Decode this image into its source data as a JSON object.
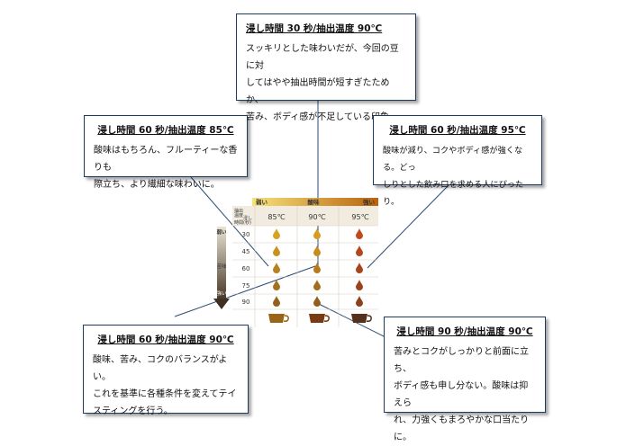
{
  "boxes": {
    "top": {
      "title": "浸し時間 30 秒/抽出温度 90℃",
      "lines": [
        "スッキリとした味わいだが、今回の豆に対",
        "してはやや抽出時間が短すぎたためか、",
        "苦み、ボディ感が不足している印象。"
      ]
    },
    "left": {
      "title": "浸し時間 60 秒/抽出温度 85℃",
      "lines": [
        "酸味はもちろん、フルーティーな香りも",
        "際立ち、より繊細な味わいに。"
      ]
    },
    "right": {
      "title": "浸し時間 60 秒/抽出温度 95℃",
      "lines": [
        "酸味が減り、コクやボディ感が強くなる。どっ",
        "しりとした飲み口を求める人にぴったり。"
      ]
    },
    "bottom_left": {
      "title": "浸し時間 60 秒/抽出温度 90℃",
      "lines": [
        "酸味、苦み、コクのバランスがよい。",
        "これを基準に各種条件を変えてテイ",
        "スティングを行う。"
      ]
    },
    "bottom_right": {
      "title": "浸し時間 90 秒/抽出温度 90℃",
      "lines": [
        "苦みとコクがしっかりと前面に立ち、",
        "ボディ感も申し分ない。酸味は抑えら",
        "れ、力強くもまろやかな口当たりに。"
      ]
    }
  },
  "matrix": {
    "top_bar": {
      "left": "弱い",
      "center": "酸味",
      "right": "強い"
    },
    "corner": [
      "抽出",
      "温度",
      "浸し",
      "時間(秒)"
    ],
    "side_bar": {
      "top": "弱い",
      "center": "苦味",
      "bottom": "強い"
    },
    "temps": [
      "85℃",
      "90℃",
      "95℃"
    ],
    "times": [
      "30",
      "45",
      "60",
      "75",
      "90"
    ],
    "colors": {
      "top_bar_start": "#f7e27a",
      "top_bar_end": "#b8620c",
      "side_bar_start": "#e9e3d4",
      "side_bar_end": "#4a3a28",
      "drop_85": "#d8a321",
      "drop_90": "#d99a1d",
      "drop_95": "#c04a1b",
      "drop_dark": "#6e3a1c",
      "cup_85": "#9a6414",
      "cup_90": "#7a3a12",
      "cup_95": "#55301a",
      "box_border": "#1d3b62",
      "connector": "#2b4a73"
    }
  }
}
